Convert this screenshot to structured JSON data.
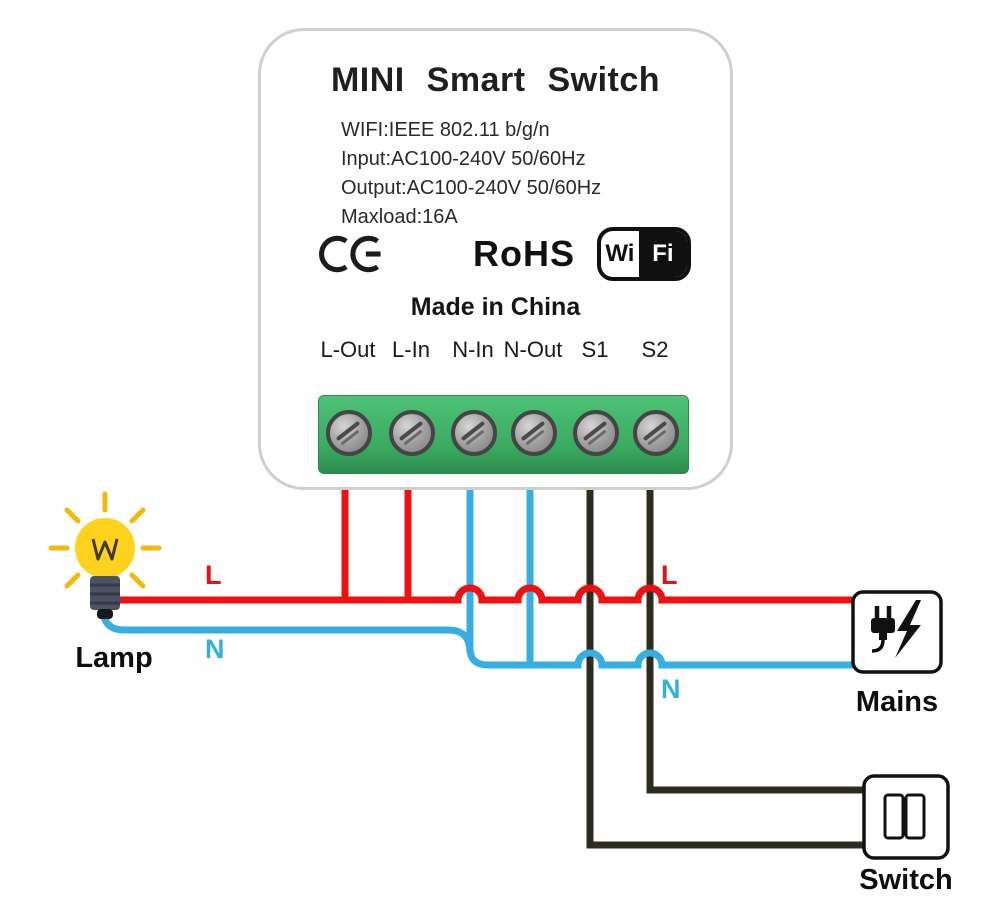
{
  "device": {
    "title": "MINI Smart Switch",
    "specs": [
      "WIFI:IEEE 802.11 b/g/n",
      "Input:AC100-240V 50/60Hz",
      "Output:AC100-240V 50/60Hz",
      "Maxload:16A"
    ],
    "cert": {
      "rohs": "RoHS",
      "wifi_left": "Wi",
      "wifi_right": "Fi"
    },
    "made_in": "Made in China",
    "terminals": [
      "L-Out",
      "L-In",
      "N-In",
      "N-Out",
      "S1",
      "S2"
    ]
  },
  "wiring": {
    "labels": {
      "live_left": "L",
      "neutral_left": "N",
      "live_right": "L",
      "neutral_right": "N"
    },
    "lamp_label": "Lamp",
    "mains_label": "Mains",
    "switch_label": "Switch",
    "colors": {
      "live": "#ee1111",
      "neutral": "#35aee3",
      "switch_wire": "#2e2b1f"
    }
  }
}
